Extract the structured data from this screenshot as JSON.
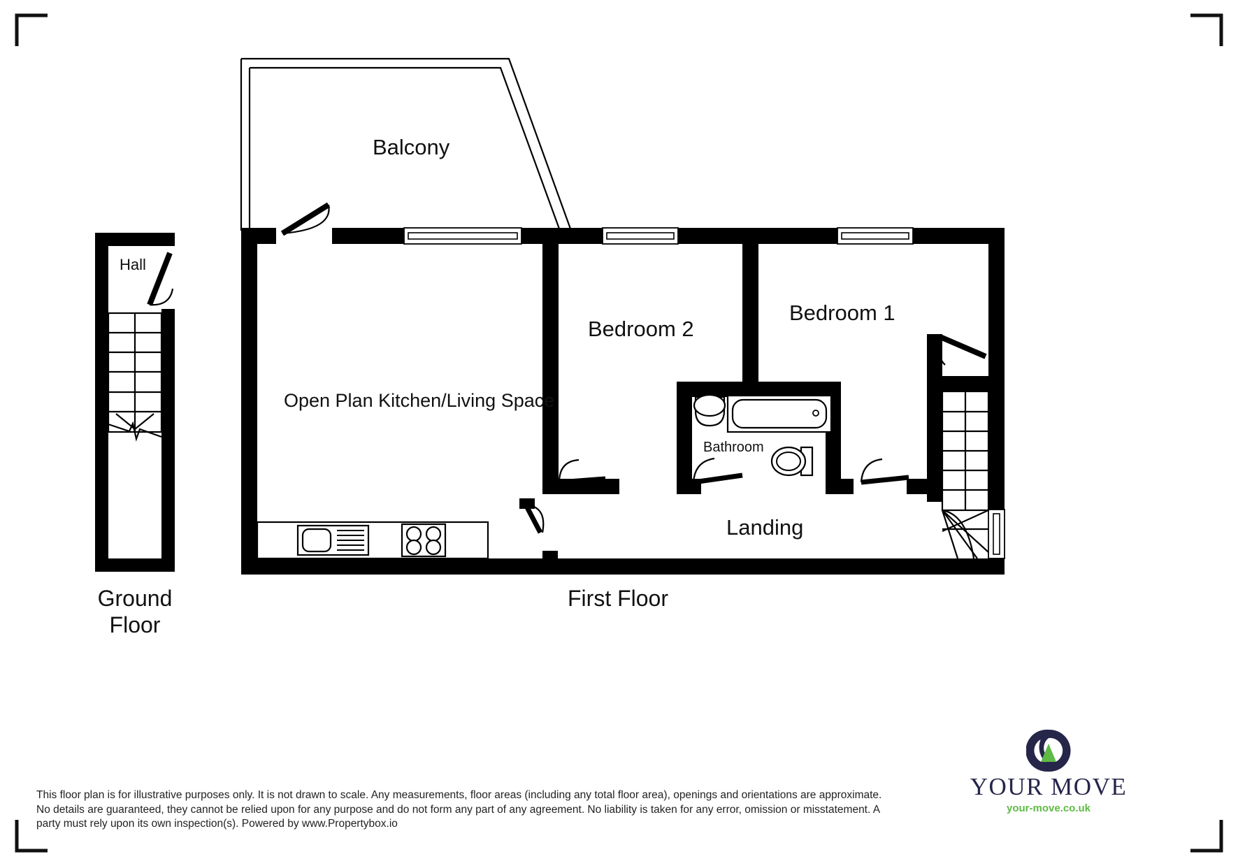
{
  "document": {
    "type": "floor-plan",
    "agency": "Your Move",
    "background_color": "#ffffff",
    "ink_color": "#000000"
  },
  "corner_marks": {
    "name": "crop-corner-marks",
    "count": 4,
    "color": "#111111"
  },
  "floors": [
    {
      "id": "ground",
      "title": "Ground\nFloor",
      "title_line1": "Ground",
      "title_line2": "Floor",
      "rooms": [
        {
          "name": "Hall",
          "label": "Hall"
        }
      ],
      "features": [
        "entrance-door",
        "staircase-up"
      ]
    },
    {
      "id": "first",
      "title": "First Floor",
      "rooms": [
        {
          "name": "Balcony",
          "label": "Balcony"
        },
        {
          "name": "Open Plan Kitchen/Living Space",
          "label": "Open Plan Kitchen/Living Space"
        },
        {
          "name": "Bedroom 2",
          "label": "Bedroom 2"
        },
        {
          "name": "Bedroom 1",
          "label": "Bedroom 1"
        },
        {
          "name": "Bathroom",
          "label": "Bathroom"
        },
        {
          "name": "Landing",
          "label": "Landing"
        }
      ],
      "features": [
        "balcony-door",
        "window-kitchen",
        "window-bedroom-2",
        "window-bedroom-1",
        "window-stairs",
        "kitchen-sink",
        "kitchen-hob",
        "bath",
        "wash-basin",
        "toilet",
        "staircase-down",
        "doors"
      ]
    }
  ],
  "labels": {
    "balcony": "Balcony",
    "open_plan": "Open Plan Kitchen/Living Space",
    "bedroom_2": "Bedroom 2",
    "bedroom_1": "Bedroom 1",
    "bathroom": "Bathroom",
    "landing": "Landing",
    "hall": "Hall",
    "ground_floor_line1": "Ground",
    "ground_floor_line2": "Floor",
    "first_floor": "First Floor"
  },
  "disclaimer": {
    "text": "This floor plan is for illustrative purposes only. It is not drawn to scale. Any measurements, floor areas (including any total floor area), openings and orientations are approximate. No details are guaranteed, they cannot be relied upon for any purpose and do not form any part of any agreement. No liability is taken for any error, omission or misstatement. A party must rely upon its own inspection(s). Powered by www.Propertybox.io"
  },
  "logo": {
    "mark_name": "your-move-circle-arrow-logo",
    "wordmark": "YOUR MOVE",
    "url": "your-move.co.uk",
    "navy": "#26264a",
    "green": "#5fbb46"
  }
}
